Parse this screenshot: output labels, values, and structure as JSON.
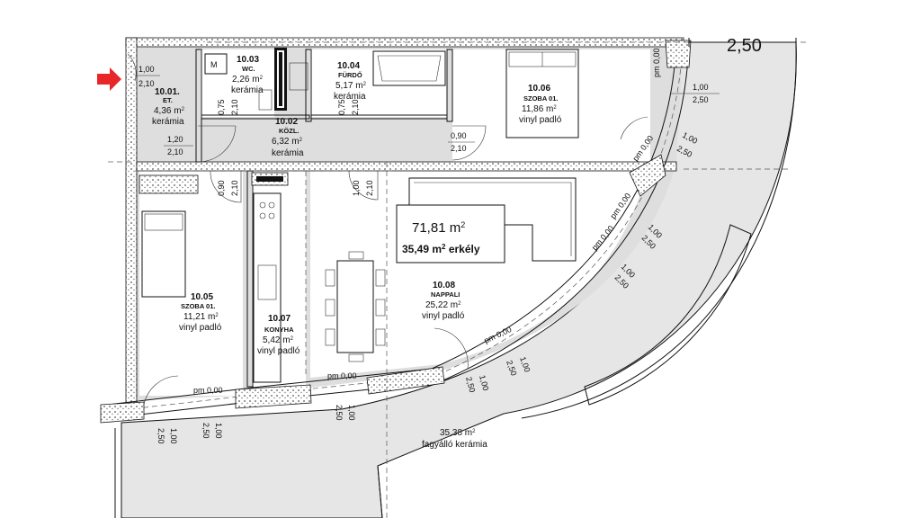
{
  "top_dimension": "2,50",
  "summary": {
    "area": "71,81 m",
    "balcony": "35,49 m",
    "sup": "2",
    "balcony_suffix": " erkély"
  },
  "rooms": {
    "r1001": {
      "no": "10.01.",
      "name": "ET.",
      "area": "4,36 m",
      "sup": "2",
      "floor": "kerámia"
    },
    "r1002": {
      "no": "10.02",
      "name": "KÖZL.",
      "area": "6,32 m",
      "sup": "2",
      "floor": "kerámia"
    },
    "r1003": {
      "no": "10.03",
      "name": "WC.",
      "area": "2,26 m",
      "sup": "2",
      "floor": "kerámia"
    },
    "r1004": {
      "no": "10.04",
      "name": "FÜRDŐ",
      "area": "5,17 m",
      "sup": "2",
      "floor": "kerámia"
    },
    "r1005": {
      "no": "10.05",
      "name": "SZOBA 01.",
      "area": "11,21 m",
      "sup": "2",
      "floor": "vinyl padló"
    },
    "r1006": {
      "no": "10.06",
      "name": "SZOBA 01.",
      "area": "11,86 m",
      "sup": "2",
      "floor": "vinyl padló"
    },
    "r1007": {
      "no": "10.07",
      "name": "KONYHA",
      "area": "5,42 m",
      "sup": "2",
      "floor": "vinyl padló"
    },
    "r1008": {
      "no": "10.08",
      "name": "NAPPALI",
      "area": "25,22 m",
      "sup": "2",
      "floor": "vinyl padló"
    },
    "balcony": {
      "area": "35,38 m",
      "sup": "2",
      "floor": "fagyálló kerámia"
    }
  },
  "door_labels": {
    "entry_w": "1,00",
    "entry_h": "2,10",
    "kozl_w": "1,20",
    "kozl_h": "2,10",
    "wc_w": "0,75",
    "wc_h": "2,10",
    "bath_w": "0,75",
    "bath_h": "2,10",
    "szoba6_w": "0,90",
    "szoba6_h": "2,10",
    "szoba5_w": "0,90",
    "szoba5_h": "2,10",
    "nappali_w": "1,00",
    "nappali_h": "2,10"
  },
  "window_labels": {
    "v1": "1,00",
    "v2": "2,50",
    "pm": "pm 0,00"
  },
  "wc_marker": "M",
  "colors": {
    "arrow": "#e8262a",
    "wall_hatch": "#9a9a9a",
    "balcony_fill": "#e6e6e6"
  }
}
